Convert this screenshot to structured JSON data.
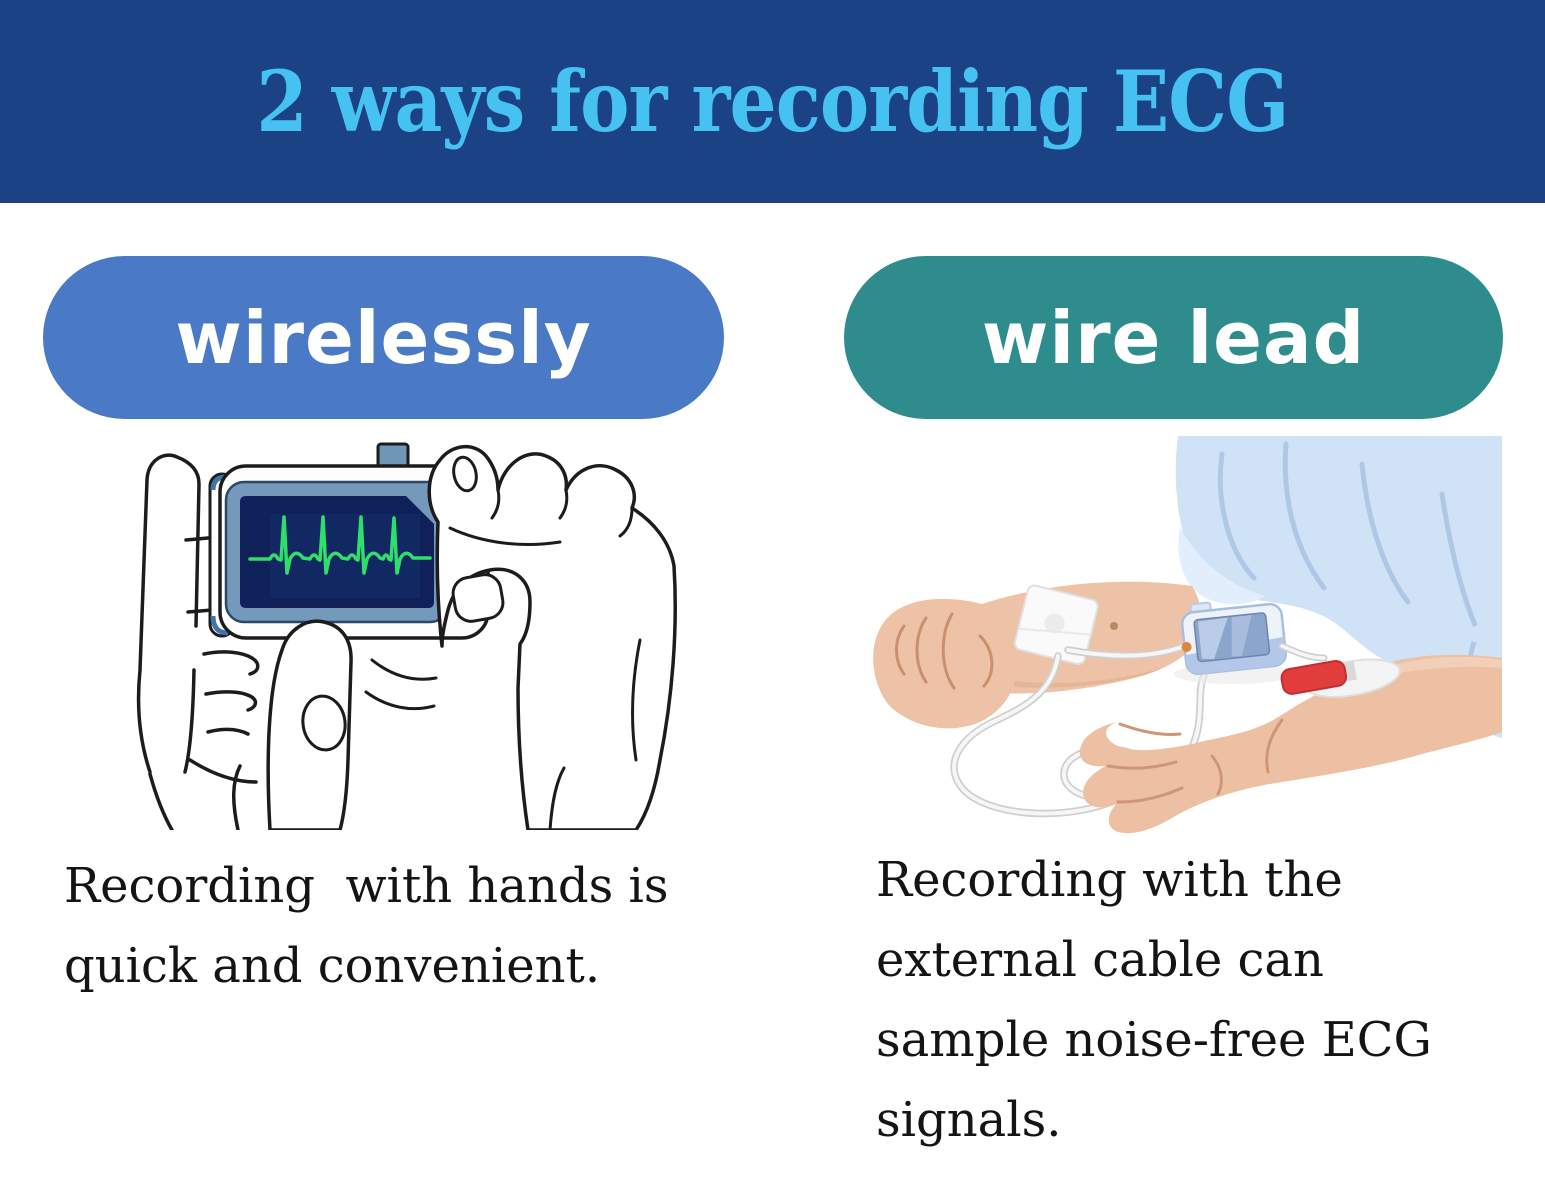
{
  "header": {
    "title": "2 ways for recording ECG",
    "bg_color": "#1C4286",
    "title_color": "#45C1F2"
  },
  "methods": {
    "wireless": {
      "pill_label": "wirelessly",
      "pill_color": "#4A79C6",
      "image": "hands-holding-ecg-device-illustration",
      "description_lines": [
        "Recording  with hands is",
        "quick and convenient."
      ]
    },
    "wire_lead": {
      "pill_label": "wire lead",
      "pill_color": "#2E8C8C",
      "image": "arm-with-wire-lead-electrodes-photo",
      "description_lines": [
        "Recording with the",
        "external cable can",
        "sample noise-free ECG",
        "signals."
      ]
    }
  },
  "accent_colors": {
    "ecg_screen_navy": "#0F2158",
    "ecg_trace_green": "#2EE06A",
    "body_text": "#141414"
  }
}
